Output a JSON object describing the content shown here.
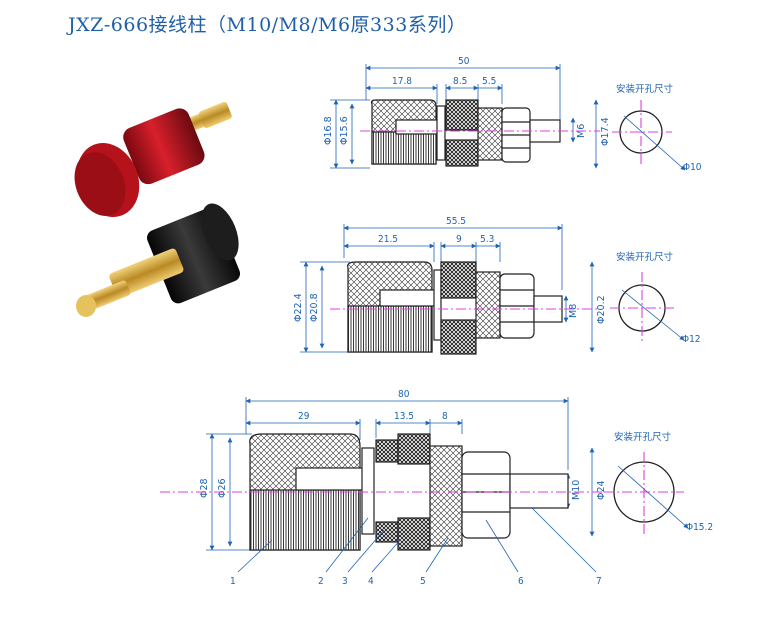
{
  "title": "JXZ-666接线柱（M10/M8/M6原333系列）",
  "colors": {
    "title": "#1f5fa8",
    "dimension": "#1e63b4",
    "centerline": "#e040e0",
    "red_cap": "#c0121e",
    "black_cap": "#151515",
    "brass": "#d4a93c"
  },
  "mounting_hole_label": "安装开孔尺寸",
  "views": [
    {
      "id": "M6",
      "overall_length": "50",
      "segments": [
        "17.8",
        "8.5",
        "5.5"
      ],
      "diameters": [
        "Φ16.8",
        "Φ15.6"
      ],
      "thread": "M6",
      "nut_diameter": "Φ17.4",
      "hole": "Φ10"
    },
    {
      "id": "M8",
      "overall_length": "55.5",
      "segments": [
        "21.5",
        "9",
        "5.3"
      ],
      "diameters": [
        "Φ22.4",
        "Φ20.8"
      ],
      "thread": "M8",
      "nut_diameter": "Φ20.2",
      "hole": "Φ12"
    },
    {
      "id": "M10",
      "overall_length": "80",
      "segments": [
        "29",
        "13.5",
        "8"
      ],
      "diameters": [
        "Φ28",
        "Φ26"
      ],
      "thread": "M10",
      "nut_diameter": "Φ24",
      "hole": "Φ15.2"
    }
  ],
  "part_numbers": [
    "1",
    "2",
    "3",
    "4",
    "5",
    "6",
    "7"
  ]
}
